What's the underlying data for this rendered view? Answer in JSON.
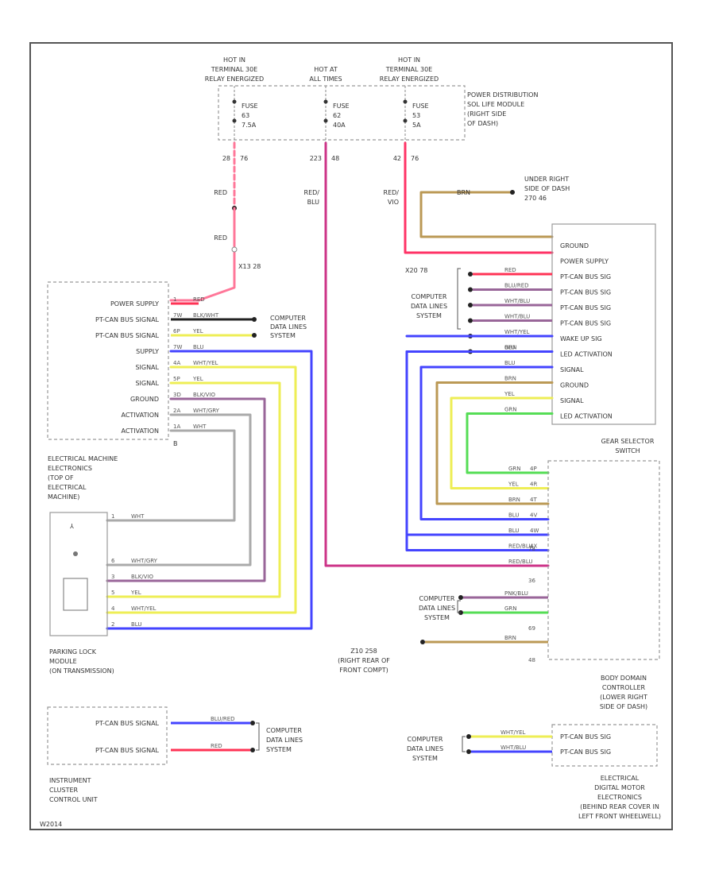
{
  "colors": {
    "red": "#ff3355",
    "pink": "#ff7799",
    "blue": "#4444ff",
    "yellow": "#eeee55",
    "purple": "#996699",
    "gray": "#aaaaaa",
    "green": "#55dd55",
    "brown": "#bb9955",
    "black": "#222222",
    "maroon": "#aa3366"
  },
  "top_sources": {
    "src1": [
      "HOT IN",
      "TERMINAL 30E",
      "RELAY ENERGIZED"
    ],
    "src2": [
      "HOT AT",
      "ALL TIMES"
    ],
    "src3": [
      "HOT IN",
      "TERMINAL 30E",
      "RELAY ENERGIZED"
    ]
  },
  "fuses": {
    "f1": [
      "FUSE",
      "63",
      "7.5A"
    ],
    "f2": [
      "FUSE",
      "62",
      "40A"
    ],
    "f3": [
      "FUSE",
      "53",
      "5A"
    ]
  },
  "pdm_label": [
    "POWER DISTRIBUTION",
    "SOL LIFE MODULE",
    "(RIGHT SIDE",
    "OF DASH)"
  ],
  "fuse_pins": {
    "a1": "28",
    "a2": "76",
    "b1": "223",
    "b2": "48",
    "c1": "42",
    "c2": "76"
  },
  "wire_labels": {
    "red1": "RED",
    "red2": "RED",
    "red_blu_a": "RED/",
    "red_blu_b": "BLU",
    "red_vio_a": "RED/",
    "red_vio_b": "VIO",
    "brn": "BRN",
    "splice_x13": "X13 28",
    "x20": "X20 78",
    "pin_b": "B"
  },
  "ground_label": [
    "UNDER RIGHT",
    "SIDE OF DASH",
    "270 46"
  ],
  "gear_selector": {
    "pins": [
      "GROUND",
      "POWER SUPPLY",
      "PT-CAN BUS SIG",
      "PT-CAN BUS SIG",
      "PT-CAN BUS SIG",
      "PT-CAN BUS SIG",
      "WAKE UP SIG",
      "LED ACTIVATION",
      "SIGNAL",
      "GROUND",
      "SIGNAL",
      "LED ACTIVATION"
    ],
    "title": [
      "GEAR SELECTOR",
      "SWITCH"
    ]
  },
  "cdl_right": [
    "COMPUTER",
    "DATA LINES",
    "SYSTEM"
  ],
  "cdl_left": [
    "COMPUTER",
    "DATA LINES",
    "SYSTEM"
  ],
  "cdl_bottom": [
    "COMPUTER",
    "DATA LINES",
    "SYSTEM"
  ],
  "cdl_ic": [
    "COMPUTER",
    "DATA LINES",
    "SYSTEM"
  ],
  "cdl_emd": [
    "COMPUTER",
    "DATA LINES",
    "SYSTEM"
  ],
  "eme": {
    "pins": [
      "POWER SUPPLY",
      "PT-CAN BUS SIGNAL",
      "PT-CAN BUS SIGNAL",
      "SUPPLY",
      "SIGNAL",
      "SIGNAL",
      "GROUND",
      "ACTIVATION",
      "ACTIVATION"
    ],
    "title": [
      "ELECTRICAL MACHINE",
      "ELECTRONICS",
      "(TOP OF",
      "ELECTRICAL",
      "MACHINE)"
    ]
  },
  "eme_wires": [
    "RED",
    "BLK/WHT",
    "YEL",
    "BLU",
    "WHT/YEL",
    "YEL",
    "BLK/VIO",
    "WHT/GRY",
    "WHT"
  ],
  "eme_pins": [
    "1",
    "7W",
    "6P",
    "7W",
    "4A",
    "5P",
    "3D",
    "2A",
    "1A"
  ],
  "plm": {
    "title": [
      "PARKING LOCK",
      "MODULE",
      "(ON TRANSMISSION)"
    ],
    "wires": [
      "WHT",
      "WHT/GRY",
      "BLK/VIO",
      "YEL",
      "WHT/YEL",
      "BLU"
    ],
    "pins": [
      "1",
      "6",
      "3",
      "5",
      "4",
      "2"
    ]
  },
  "gss_wires": [
    "BRN",
    "RED/BLU",
    "RED",
    "BLU/RED",
    "WHT/BLU",
    "WHT/BLU",
    "WHT/YEL",
    "GRN",
    "BLU",
    "BLU",
    "BRN",
    "YEL",
    "GRN"
  ],
  "gss_lower_wires": [
    "GRN",
    "YEL",
    "BRN",
    "BLU",
    "BLU",
    "RED/BLU"
  ],
  "gss_lower_pins": [
    "4P",
    "4R",
    "4T",
    "4V",
    "4W",
    "4X"
  ],
  "bdc": {
    "pins_num": [
      "78",
      "36",
      "69",
      "48"
    ],
    "wires": [
      "PNK/BLU",
      "GRN",
      "BRN"
    ],
    "title": [
      "BODY DOMAIN",
      "CONTROLLER",
      "(LOWER RIGHT",
      "SIDE OF DASH)"
    ]
  },
  "ground2": [
    "Z10 258",
    "(RIGHT REAR OF",
    "FRONT COMPT)"
  ],
  "icu": {
    "pins": [
      "PT-CAN BUS SIGNAL",
      "PT-CAN BUS SIGNAL"
    ],
    "wires": [
      "BLU/RED",
      "RED"
    ],
    "title": [
      "INSTRUMENT",
      "CLUSTER",
      "CONTROL UNIT"
    ]
  },
  "emd": {
    "pins": [
      "PT-CAN BUS SIG",
      "PT-CAN BUS SIG"
    ],
    "wires": [
      "WHT/YEL",
      "WHT/BLU"
    ],
    "title": [
      "ELECTRICAL",
      "DIGITAL MOTOR",
      "ELECTRONICS",
      "(BEHIND REAR COVER IN",
      "LEFT FRONT WHEELWELL)"
    ]
  },
  "footer_code": "W2014"
}
